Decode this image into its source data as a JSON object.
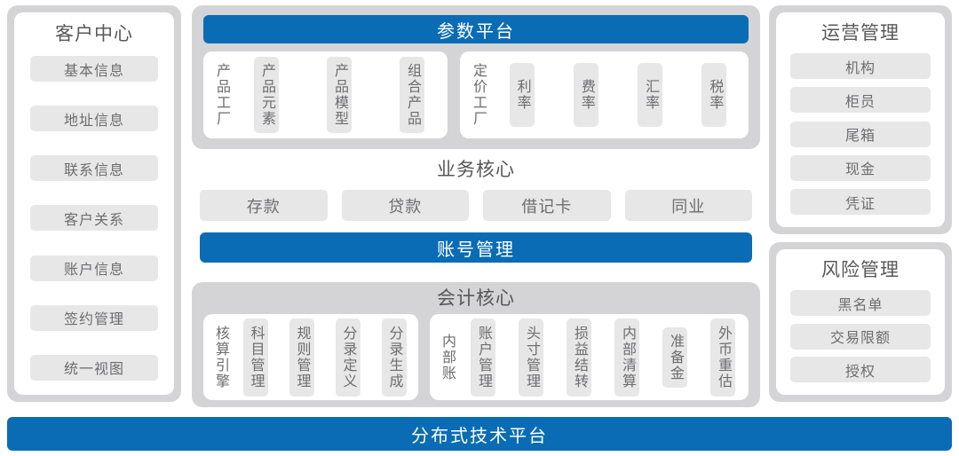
{
  "colors": {
    "accent_blue": "#0a6cb4",
    "panel_gray": "#d4d4d6",
    "chip_gray": "#e7e7e7",
    "card_white": "#ffffff",
    "text_gray": "#5a5a5c"
  },
  "left_column": {
    "title": "客户中心",
    "items": [
      {
        "label": "基本信息"
      },
      {
        "label": "地址信息"
      },
      {
        "label": "联系信息"
      },
      {
        "label": "客户关系"
      },
      {
        "label": "账户信息"
      },
      {
        "label": "签约管理"
      },
      {
        "label": "统一视图"
      }
    ]
  },
  "center_column": {
    "param_platform": {
      "title": "参数平台",
      "groups": [
        {
          "label": "产品工厂",
          "chips": [
            "产品元素",
            "产品模型",
            "组合产品"
          ]
        },
        {
          "label": "定价工厂",
          "chips": [
            "利率",
            "费率",
            "汇率",
            "税率"
          ]
        }
      ]
    },
    "business_core": {
      "title": "业务核心",
      "chips": [
        "存款",
        "贷款",
        "借记卡",
        "同业"
      ],
      "account_bar": "账号管理"
    },
    "accounting_core": {
      "title": "会计核心",
      "groups": [
        {
          "label": "核算引擎",
          "chips": [
            "科目管理",
            "规则管理",
            "分录定义",
            "分录生成"
          ]
        },
        {
          "label": "内部账",
          "chips": [
            "账户管理",
            "头寸管理",
            "损益结转",
            "内部清算",
            "准备金",
            "外币重估"
          ]
        }
      ]
    }
  },
  "right_column": {
    "operations": {
      "title": "运营管理",
      "items": [
        {
          "label": "机构"
        },
        {
          "label": "柜员"
        },
        {
          "label": "尾箱"
        },
        {
          "label": "现金"
        },
        {
          "label": "凭证"
        }
      ]
    },
    "risk": {
      "title": "风险管理",
      "items": [
        {
          "label": "黑名单"
        },
        {
          "label": "交易限额"
        },
        {
          "label": "授权"
        }
      ]
    }
  },
  "footer": {
    "label": "分布式技术平台"
  }
}
